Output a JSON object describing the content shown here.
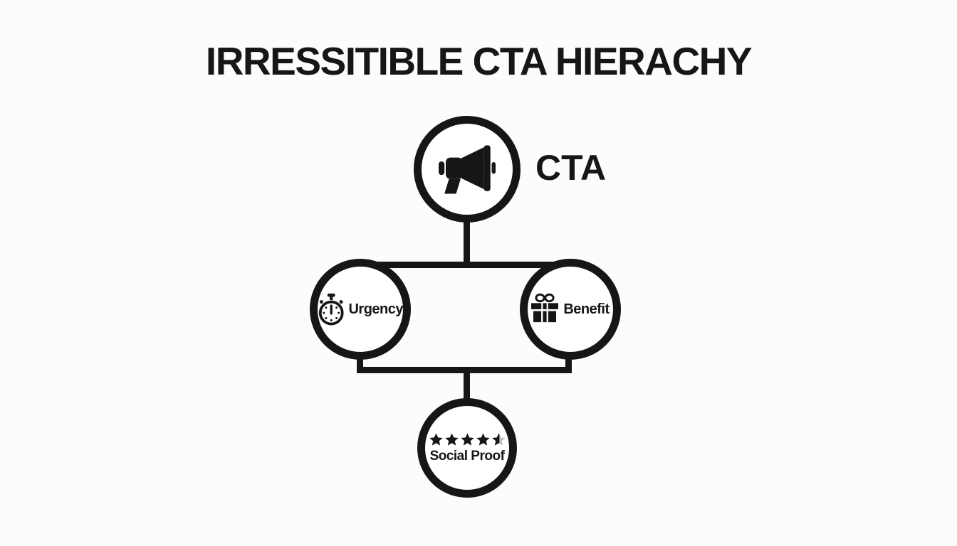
{
  "title": "IRRESSITIBLE CTA HIERACHY",
  "colors": {
    "background": "#fcfcfc",
    "ink": "#161616",
    "node_fill": "#ffffff",
    "star_inactive": "#c3c3c3"
  },
  "nodes": {
    "cta": {
      "label": "CTA",
      "icon": "megaphone-icon"
    },
    "urgency": {
      "label": "Urgency",
      "icon": "stopwatch-icon"
    },
    "benefit": {
      "label": "Benefit",
      "icon": "gift-icon"
    },
    "social_proof": {
      "label": "Social Proof",
      "icon": "star-rating-icon",
      "rating": "4.5",
      "stars_total": 5
    }
  },
  "edges": [
    {
      "from": "cta",
      "to": "urgency"
    },
    {
      "from": "cta",
      "to": "benefit"
    },
    {
      "from": "urgency",
      "to": "social_proof"
    },
    {
      "from": "benefit",
      "to": "social_proof"
    }
  ]
}
